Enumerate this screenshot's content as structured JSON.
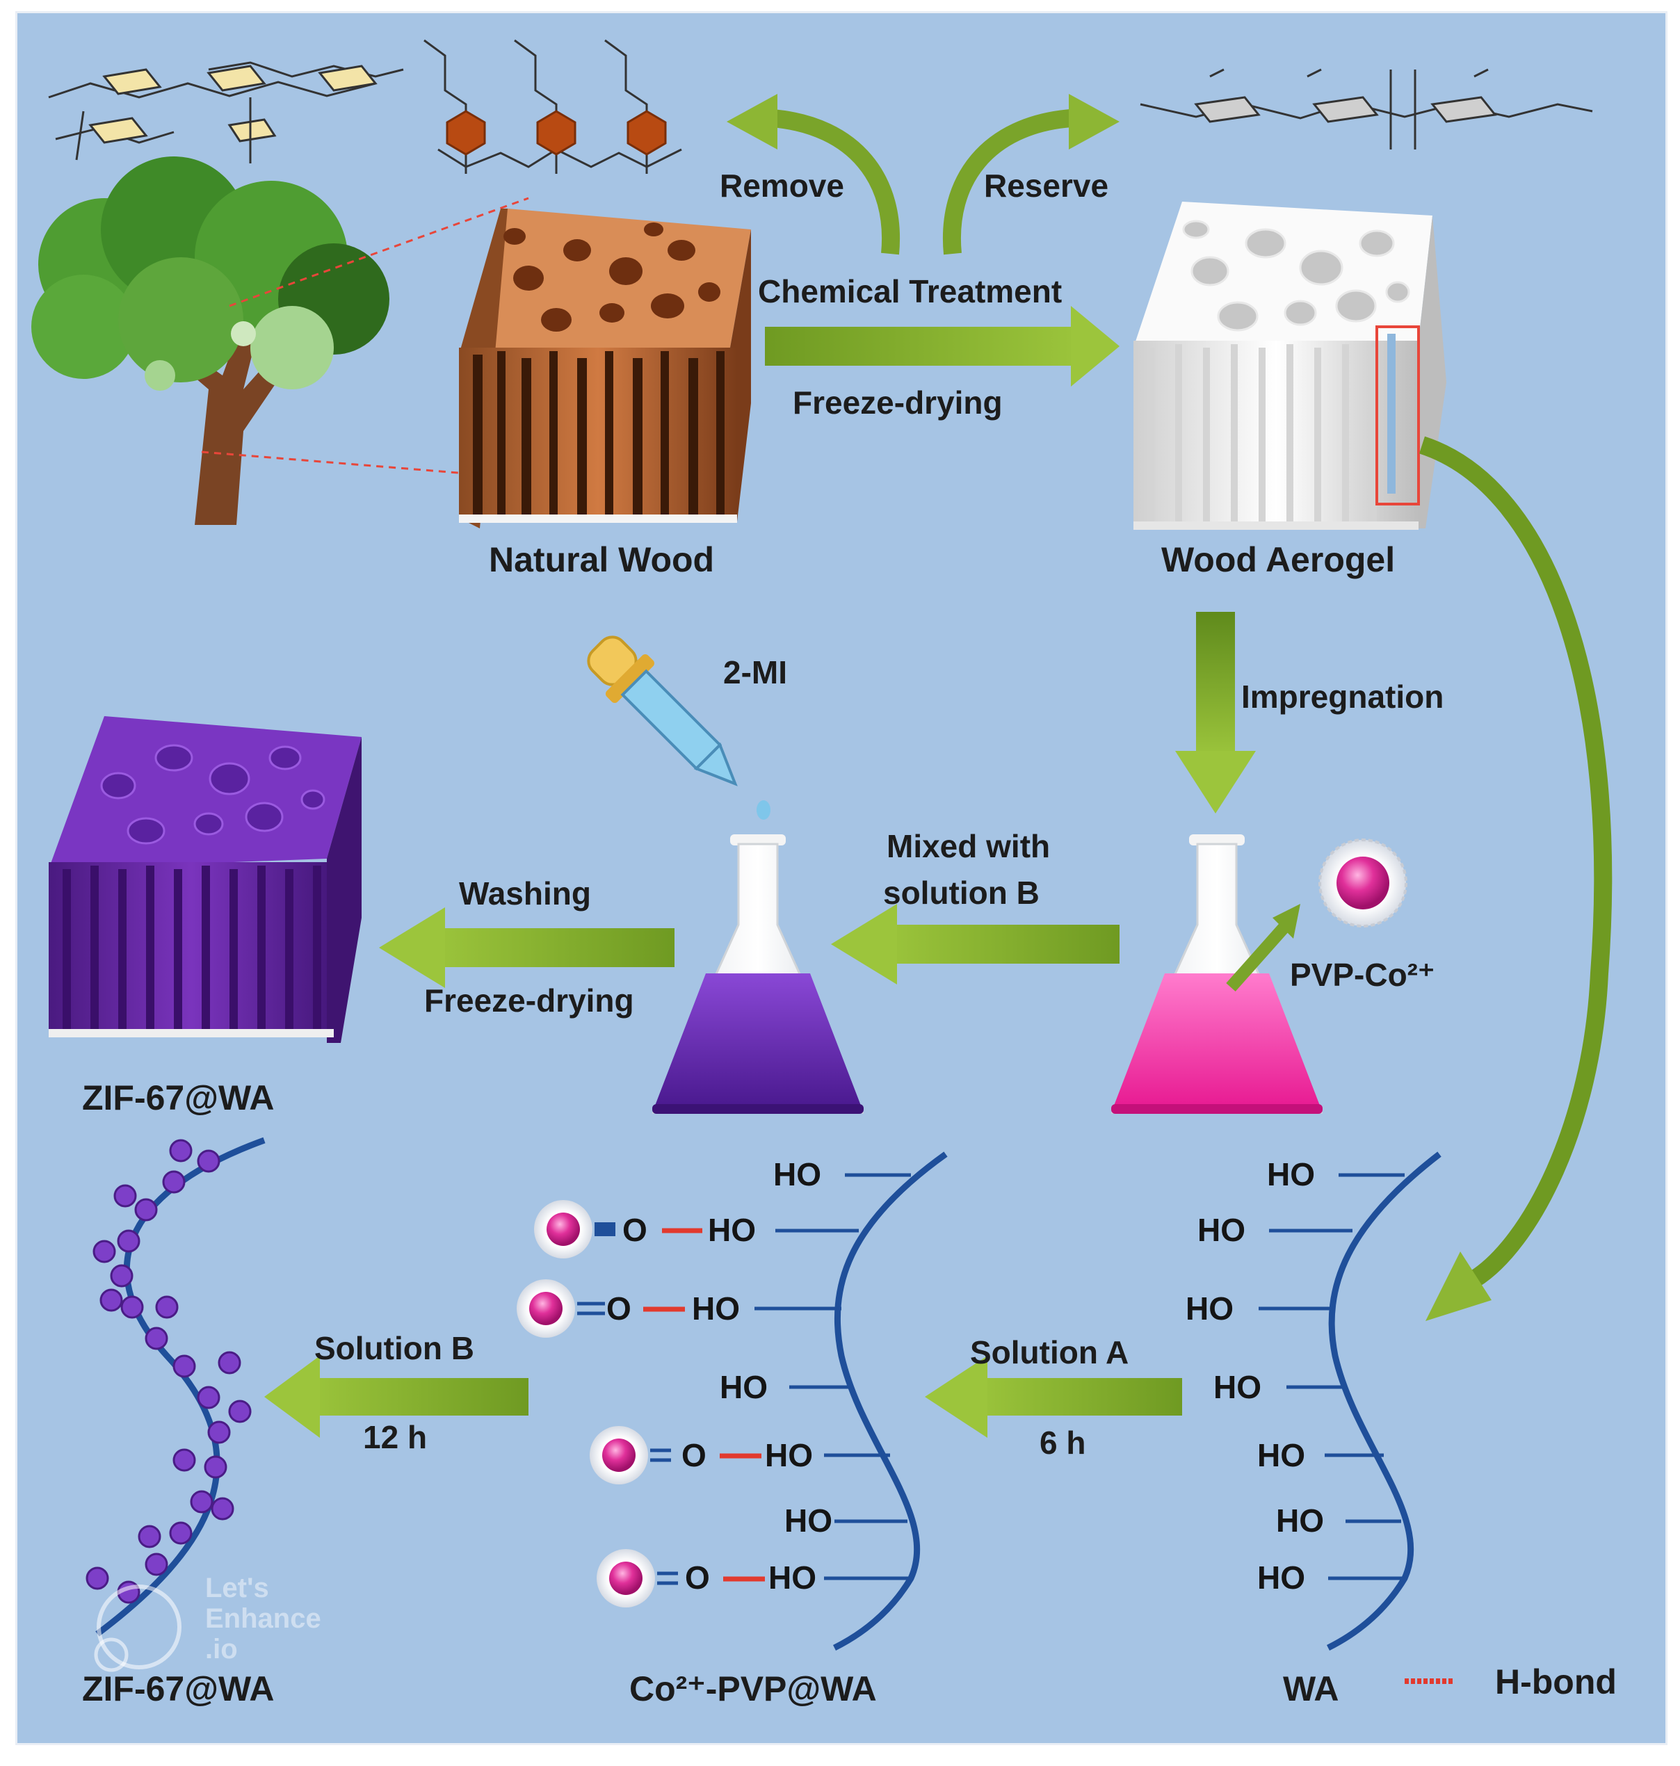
{
  "labels": {
    "remove": "Remove",
    "reserve": "Reserve",
    "chemical_treatment": "Chemical Treatment",
    "freeze_drying_top": "Freeze-drying",
    "natural_wood": "Natural Wood",
    "wood_aerogel": "Wood Aerogel",
    "impregnation": "Impregnation",
    "two_mi": "2-MI",
    "mixed_with": "Mixed with",
    "solution_b_line": "solution  B",
    "pvp_co": "PVP-Co²⁺",
    "washing": "Washing",
    "freeze_drying_mid": "Freeze-drying",
    "zif67_wa_mid": "ZIF-67@WA",
    "solution_b": "Solution B",
    "time_12h": "12 h",
    "solution_a": "Solution A",
    "time_6h": "6 h",
    "zif67_wa_bottom": "ZIF-67@WA",
    "co_pvp_wa": "Co²⁺-PVP@WA",
    "wa": "WA",
    "h_bond": "H-bond",
    "ho": "HO",
    "o": "O",
    "watermark_line1": "Let's",
    "watermark_line2": "Enhance",
    "watermark_line3": ".io"
  },
  "colors": {
    "background": "#a6c4e4",
    "arrow_green": "#7aa42a",
    "chain_blue": "#1f4f9a",
    "h_bond_red": "#e23a2e",
    "natural_wood": "#c46a35",
    "aerogel_white": "#f1f1f1",
    "zif_purple": "#6a2aa3",
    "pink_solution": "#f23ca8",
    "purple_solution": "#6a2ab8"
  },
  "icons": [
    "tree-icon",
    "natural-wood-block",
    "wood-aerogel-block",
    "zif67-block",
    "dropper-icon",
    "flask-purple-icon",
    "flask-pink-icon",
    "pvp-co-particle-icon"
  ]
}
